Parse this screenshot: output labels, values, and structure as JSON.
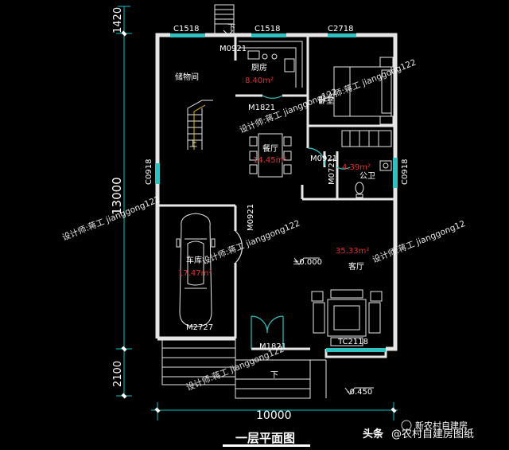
{
  "drawing": {
    "title": "一层平面图",
    "dims": {
      "left_top": "1420",
      "left_mid": "13000",
      "left_bottom": "2100",
      "bottom": "10000"
    },
    "windows": {
      "c1518_a": "C1518",
      "c1518_b": "C1518",
      "c2718": "C2718",
      "c0918_left": "C0918",
      "c0918_right": "C0918",
      "tc2118": "TC2118"
    },
    "doors": {
      "m0921_kitchen": "M0921",
      "m1821_top": "M1821",
      "m0921_mid": "M0921",
      "m0721": "M0721",
      "m0921_garage": "M0921",
      "m2727": "M2727",
      "m1821_bottom": "M1821"
    },
    "rooms": {
      "storage": "储物间",
      "kitchen": "厨房",
      "kitchen_area": "8.40m²",
      "bedroom": "卧室",
      "dining": "餐厅",
      "dining_area": "14.45m²",
      "bath": "公卫",
      "bath_area": "4.39m²",
      "garage": "车库",
      "garage_area": "17.47m²",
      "living": "客厅",
      "living_area": "35.33m²"
    },
    "levels": {
      "main": "±0.000",
      "outside": "-0.450"
    },
    "stairs": {
      "up": "上",
      "down_top": "下",
      "down_bottom": "下"
    },
    "watermarks": {
      "w1": "设计师:蒋工 jianggong122",
      "w2": "设计师:蒋工 jianggong122",
      "w3": "设计师:蒋工 jianggong122",
      "w4": "设计师:蒋工 jianggong122",
      "w5": "设计师:蒋工 jianggong122",
      "w6": "设计师:蒋工 jianggong12"
    },
    "footer": {
      "source": "头条",
      "brand_top": "新农村自建房",
      "brand_bottom": "@农村自建房图纸"
    }
  },
  "colors": {
    "dim": "#00c8c8",
    "wall": "#e6e6e6",
    "window": "#30c0c0",
    "area": "#e03030",
    "text": "#ffffff"
  }
}
